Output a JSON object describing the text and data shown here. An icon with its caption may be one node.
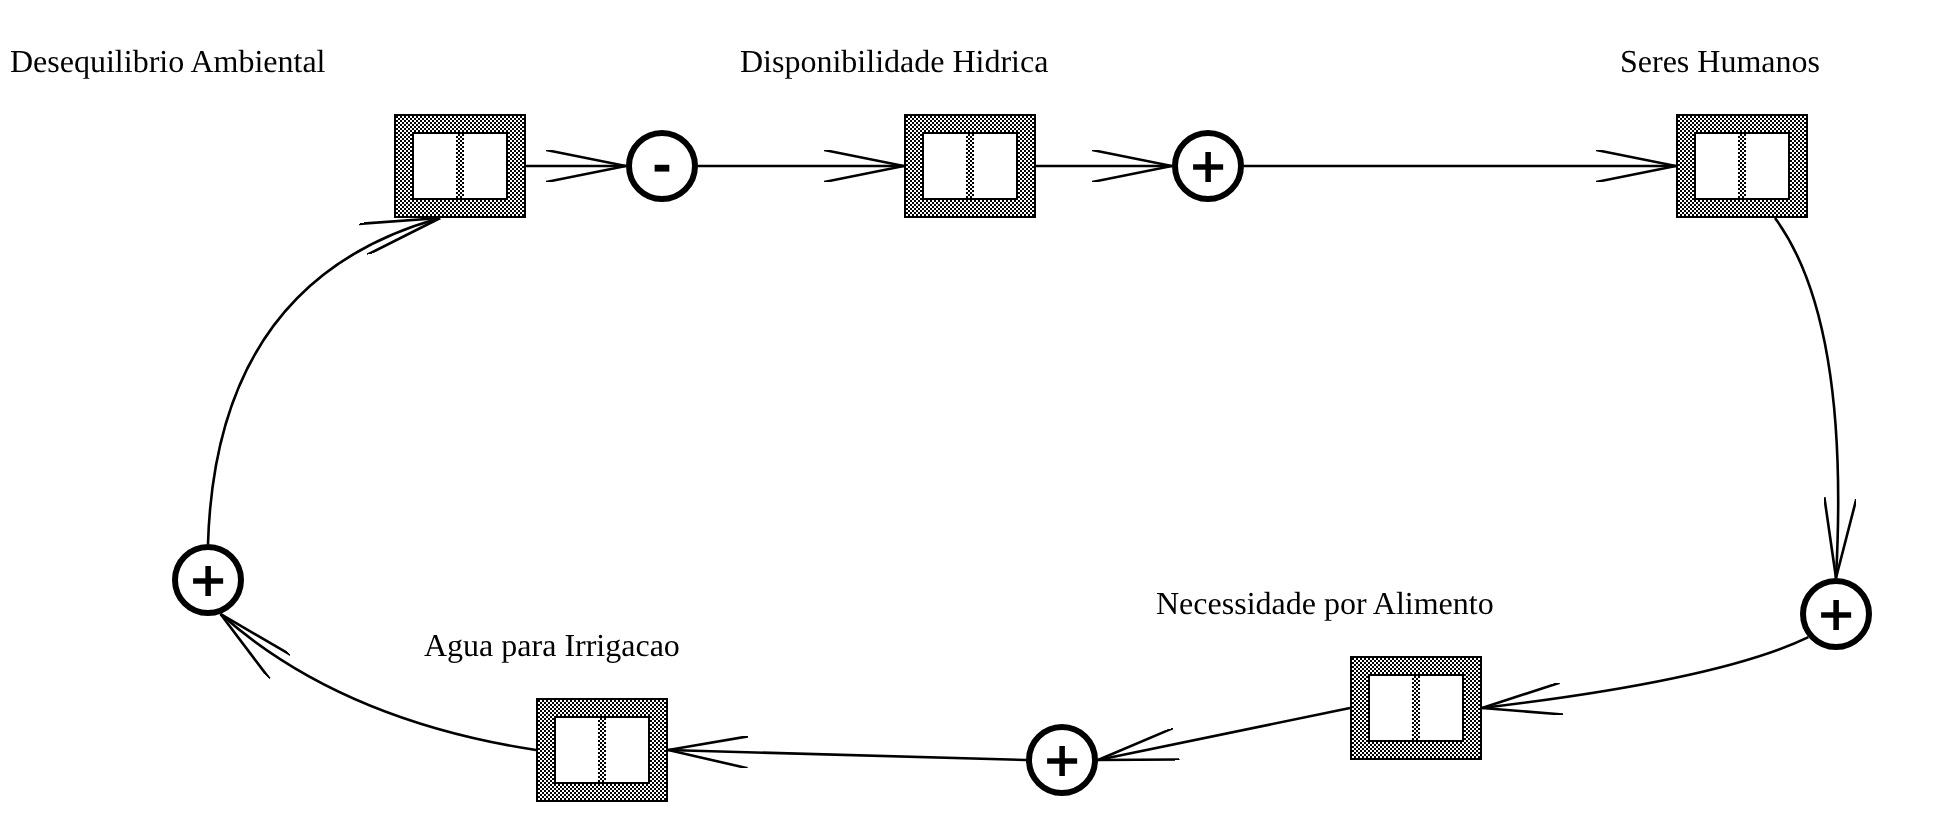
{
  "diagram": {
    "nodes": [
      {
        "text": [
          "Desequilibrio Ambiental"
        ]
      },
      {
        "text": [
          "-"
        ]
      },
      {
        "text": [
          "Disponibilidade Hidrica"
        ]
      },
      {
        "text": [
          "+"
        ]
      },
      {
        "text": [
          "Seres Humanos"
        ]
      },
      {
        "text": [
          "+"
        ]
      },
      {
        "text": [
          "Necessidade por Alimento"
        ]
      },
      {
        "text": [
          "+"
        ]
      },
      {
        "text": [
          "Agua para Irrigacao"
        ]
      },
      {
        "text": [
          "+"
        ]
      }
    ],
    "edges": [
      {
        "from": 0,
        "to": 1,
        "arrow": "to"
      },
      {
        "from": 1,
        "to": 2,
        "arrow": "to"
      },
      {
        "from": 2,
        "to": 3,
        "arrow": "to"
      },
      {
        "from": 3,
        "to": 4,
        "arrow": "to"
      },
      {
        "from": 4,
        "to": 5,
        "arrow": "to"
      },
      {
        "from": 5,
        "to": 6,
        "arrow": "to"
      },
      {
        "from": 6,
        "to": 7,
        "arrow": "to"
      },
      {
        "from": 7,
        "to": 8,
        "arrow": "to"
      },
      {
        "from": 8,
        "to": 9,
        "arrow": "to"
      },
      {
        "from": 9,
        "to": 0,
        "arrow": "to"
      }
    ]
  }
}
